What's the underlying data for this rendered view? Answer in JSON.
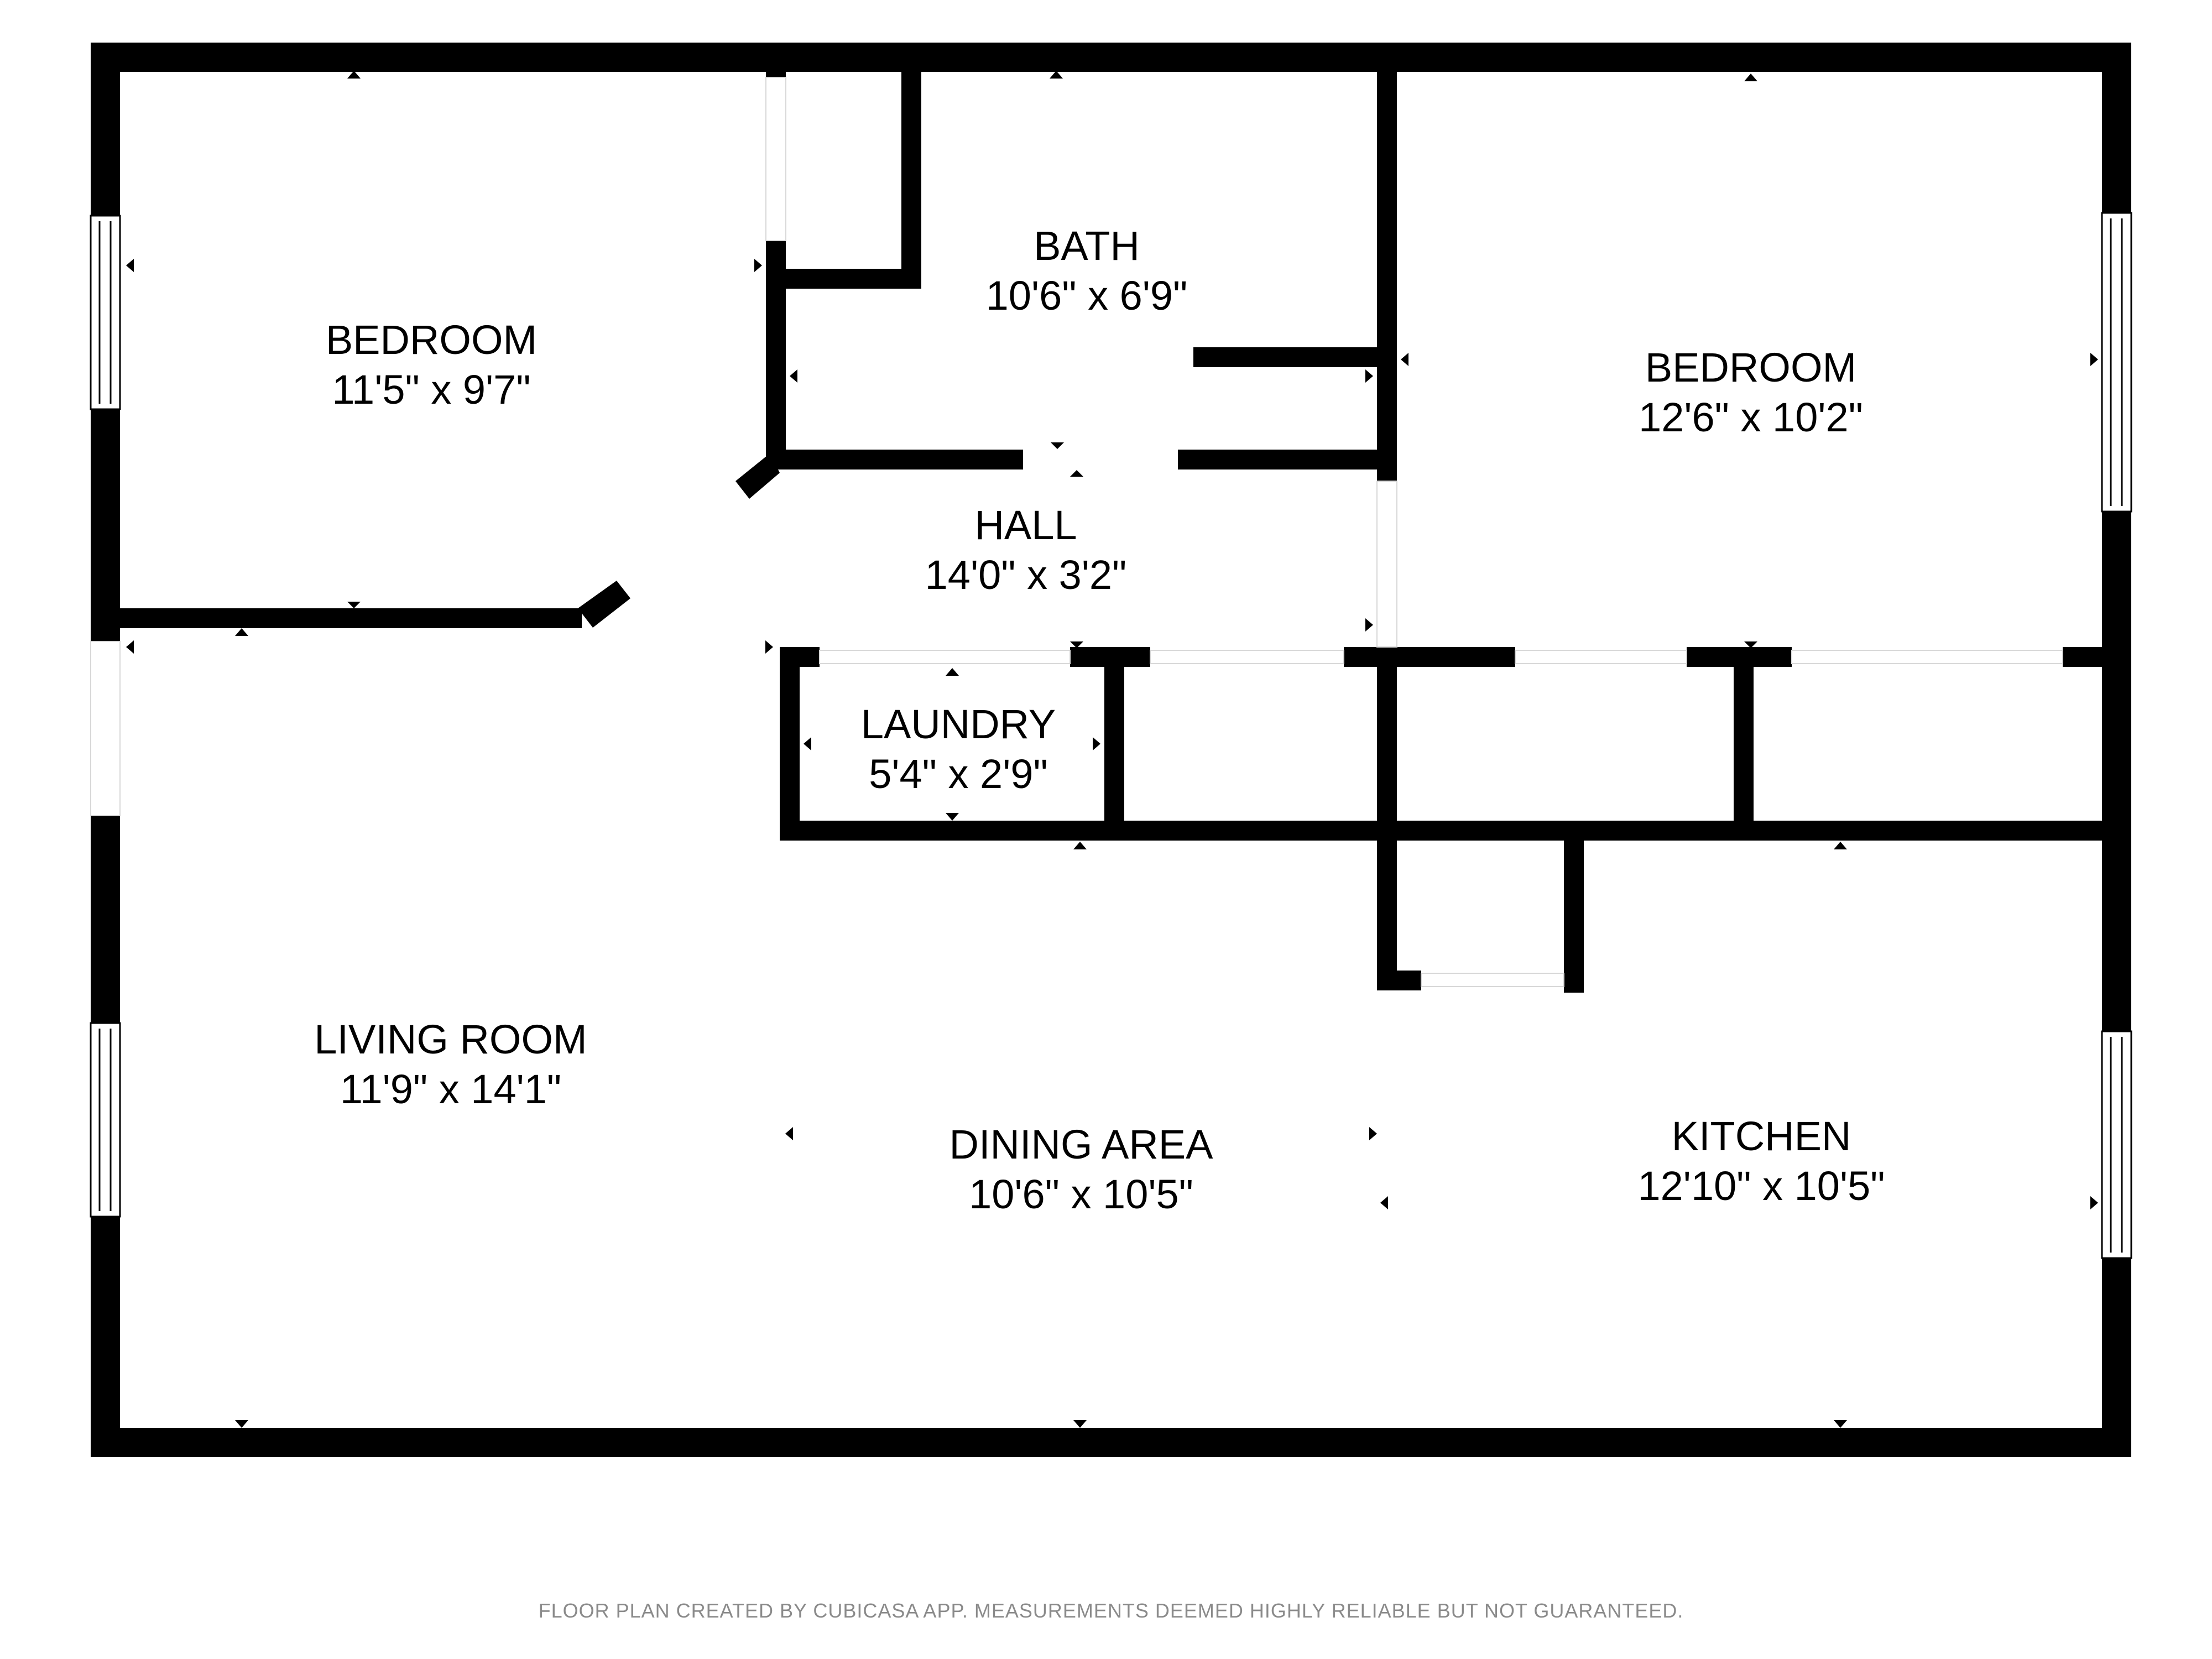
{
  "rooms": {
    "bedroom_left": {
      "name": "BEDROOM",
      "dims": "11'5\" x 9'7\""
    },
    "bath": {
      "name": "BATH",
      "dims": "10'6\" x 6'9\""
    },
    "bedroom_right": {
      "name": "BEDROOM",
      "dims": "12'6\" x 10'2\""
    },
    "hall": {
      "name": "HALL",
      "dims": "14'0\" x 3'2\""
    },
    "laundry": {
      "name": "LAUNDRY",
      "dims": "5'4\" x 2'9\""
    },
    "living_room": {
      "name": "LIVING ROOM",
      "dims": "11'9\" x 14'1\""
    },
    "dining_area": {
      "name": "DINING AREA",
      "dims": "10'6\" x 10'5\""
    },
    "kitchen": {
      "name": "KITCHEN",
      "dims": "12'10\" x 10'5\""
    }
  },
  "footer": {
    "disclaimer": "FLOOR PLAN CREATED BY CUBICASA APP. MEASUREMENTS DEEMED HIGHLY RELIABLE BUT NOT GUARANTEED."
  },
  "colors": {
    "wall": "#000000",
    "background": "#ffffff",
    "footer_text": "#8a8a8a"
  }
}
